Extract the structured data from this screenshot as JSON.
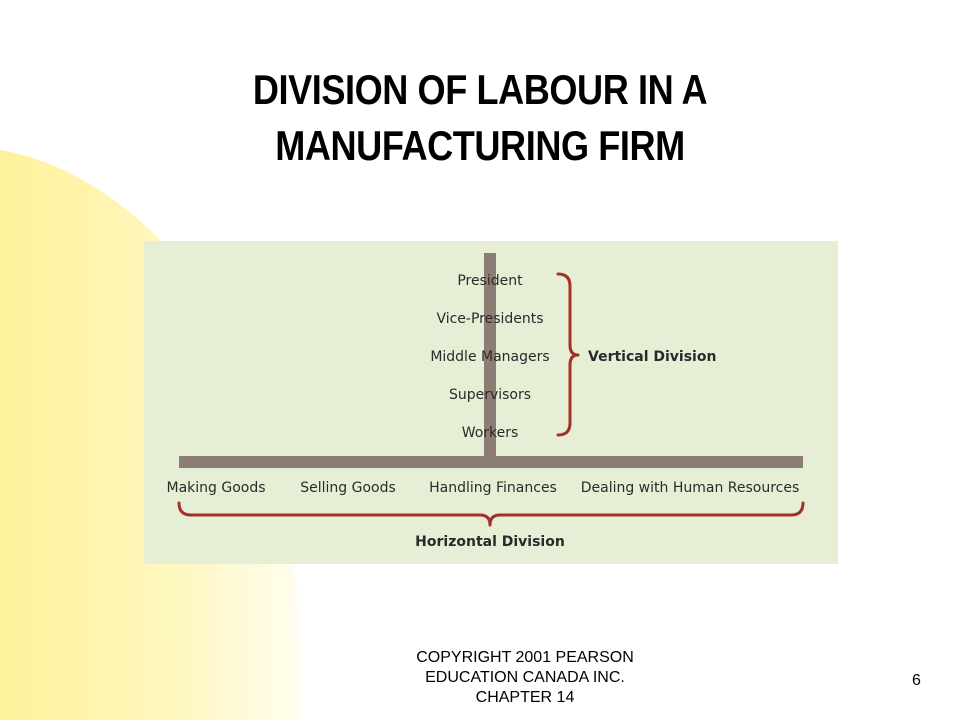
{
  "slide": {
    "title_line1": "DIVISION OF LABOUR IN A",
    "title_line2": "MANUFACTURING FIRM",
    "footer_line1": "COPYRIGHT 2001 PEARSON",
    "footer_line2": "EDUCATION CANADA INC.",
    "footer_line3": "CHAPTER 14",
    "page_number": "6"
  },
  "diagram": {
    "vertical_levels": [
      "President",
      "Vice-Presidents",
      "Middle Managers",
      "Supervisors",
      "Workers"
    ],
    "vertical_label": "Vertical Division",
    "horizontal_functions": [
      "Making Goods",
      "Selling Goods",
      "Handling Finances",
      "Dealing with Human Resources"
    ],
    "horizontal_label": "Horizontal Division",
    "colors": {
      "panel": "#e6efd6",
      "axis": "#8b7d74",
      "brace": "#a3302a",
      "text": "#2a2a2a",
      "glow": "#fdf6a8"
    }
  }
}
